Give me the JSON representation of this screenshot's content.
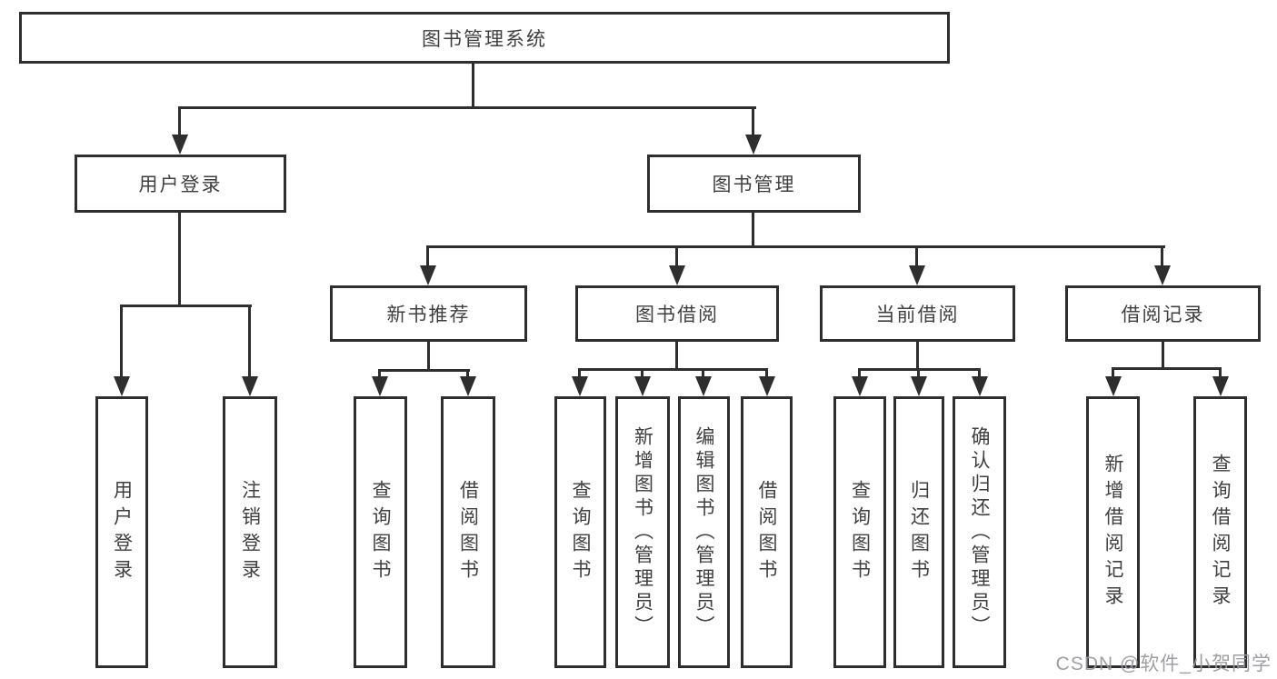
{
  "diagram": {
    "type": "tree",
    "root": {
      "label": "图书管理系统",
      "children": [
        {
          "label": "用户登录",
          "children": [
            {
              "label": "用户登录"
            },
            {
              "label": "注销登录"
            }
          ]
        },
        {
          "label": "图书管理",
          "children": [
            {
              "label": "新书推荐",
              "children": [
                {
                  "label": "查询图书"
                },
                {
                  "label": "借阅图书"
                }
              ]
            },
            {
              "label": "图书借阅",
              "children": [
                {
                  "label": "查询图书"
                },
                {
                  "label": "新增图书（管理员）"
                },
                {
                  "label": "编辑图书（管理员）"
                },
                {
                  "label": "借阅图书"
                }
              ]
            },
            {
              "label": "当前借阅",
              "children": [
                {
                  "label": "查询图书"
                },
                {
                  "label": "归还图书"
                },
                {
                  "label": "确认归还（管理员）"
                }
              ]
            },
            {
              "label": "借阅记录",
              "children": [
                {
                  "label": "新增借阅记录"
                },
                {
                  "label": "查询借阅记录"
                }
              ]
            }
          ]
        }
      ]
    }
  },
  "watermark": {
    "text": "CSDN @软件_小贺同学",
    "color": "#9a9a9e"
  },
  "colors": {
    "line": "#2e2e2e",
    "box_border": "#2e2e2e",
    "box_fill": "#ffffff",
    "text": "#3f3f3f",
    "background": "#ffffff"
  }
}
